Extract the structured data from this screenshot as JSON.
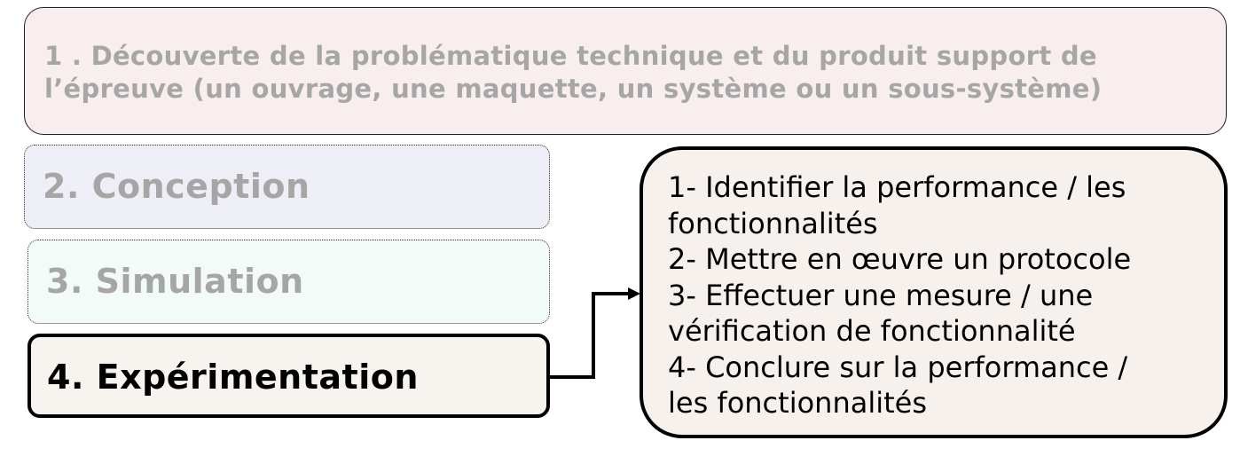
{
  "steps": {
    "step1": "1 . Découverte de la problématique technique et du produit support de l’épreuve (un ouvrage, une maquette, un système ou un sous-système)",
    "step2": "2. Conception",
    "step3": "3. Simulation",
    "step4": "4. Expérimentation"
  },
  "details": {
    "line1": "1- Identifier la performance / les",
    "line2": "fonctionnalités",
    "line3": "2- Mettre en œuvre un protocole",
    "line4": "3- Effectuer une mesure / une",
    "line5": "vérification de fonctionnalité",
    "line6": "4- Conclure sur la performance /",
    "line7": "les fonctionnalités"
  },
  "colors": {
    "step1_fill": "#f9eeee",
    "step2_fill": "#eeeef7",
    "step3_fill": "#f3fbf8",
    "step4_fill": "#f7f3ef",
    "details_fill": "#f7f1ed",
    "inactive_text": "#a6a6a6",
    "active_text": "#000000"
  }
}
